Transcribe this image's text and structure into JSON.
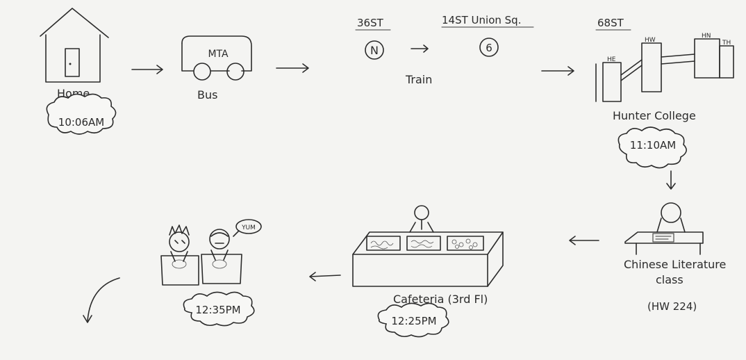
{
  "home": {
    "label": "Home",
    "time": "10:06AM"
  },
  "bus": {
    "text": "MTA",
    "label": "Bus"
  },
  "train": {
    "stop1": "36ST",
    "line1": "N",
    "stop2": "14ST Union Sq.",
    "line2": "6",
    "label": "Train"
  },
  "college": {
    "stop": "68ST",
    "building_labels": [
      "HE",
      "HW",
      "HN",
      "TH"
    ],
    "label": "Hunter College",
    "time": "11:10AM"
  },
  "class": {
    "label_line1": "Chinese Literature",
    "label_line2": "class",
    "room": "(HW 224)"
  },
  "cafeteria": {
    "label": "Cafeteria (3rd Fl)",
    "time": "12:25PM"
  },
  "eating": {
    "speech": "YUM",
    "time": "12:35PM"
  }
}
